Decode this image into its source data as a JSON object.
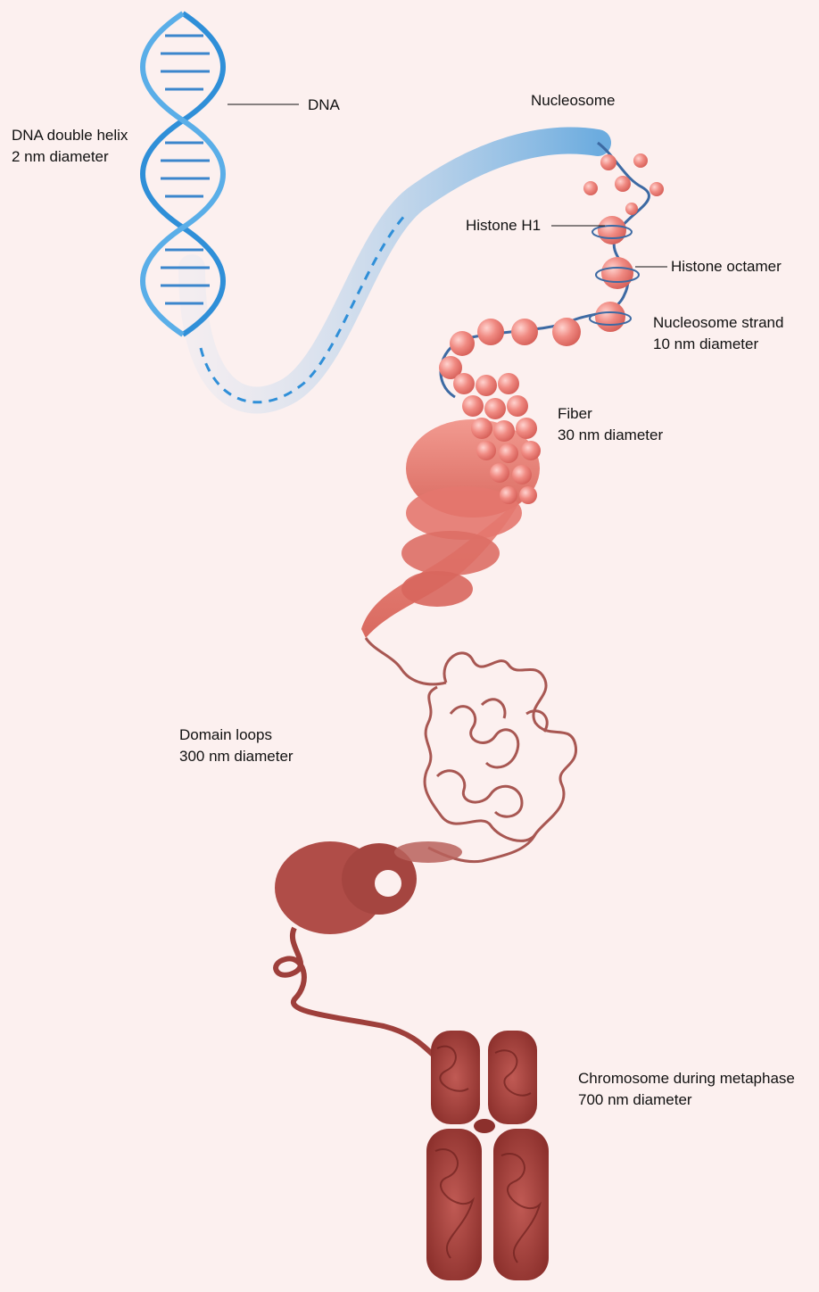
{
  "labels": {
    "dna": "DNA",
    "dna_helix_name": "DNA double helix",
    "dna_helix_diameter": "2 nm diameter",
    "nucleosome": "Nucleosome",
    "histone_h1": "Histone H1",
    "histone_octamer": "Histone octamer",
    "nucleosome_strand_name": "Nucleosome strand",
    "nucleosome_strand_diameter": "10 nm diameter",
    "fiber_name": "Fiber",
    "fiber_diameter": "30 nm diameter",
    "domain_loops_name": "Domain loops",
    "domain_loops_diameter": "300 nm diameter",
    "chromosome_name": "Chromosome during metaphase",
    "chromosome_diameter": "700 nm diameter"
  },
  "colors": {
    "background": "#fcf0ef",
    "dna_blue": "#2f8fd8",
    "nucleosome_pink": "#f0807a",
    "fiber_salmon": "#ea7a70",
    "loops_brown": "#a85752",
    "chromosome_red": "#9e3f3b"
  }
}
